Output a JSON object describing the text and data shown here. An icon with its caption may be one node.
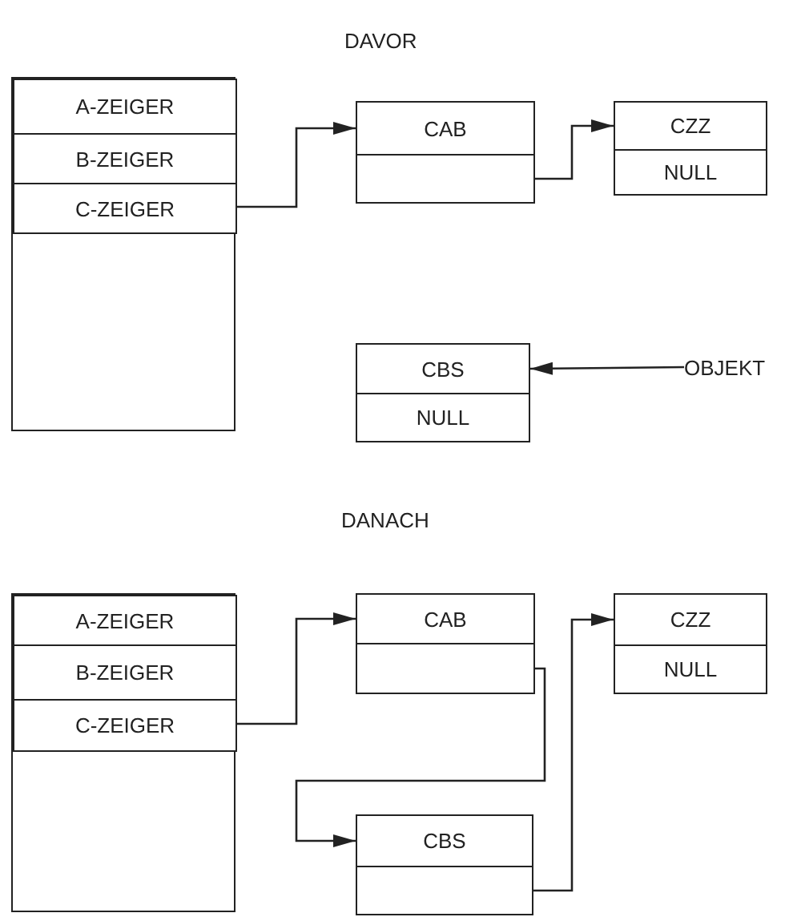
{
  "diagram": {
    "nodes": [
      {
        "text": [],
        "shape": "box"
      },
      {
        "text": [
          "A-ZEIGER"
        ],
        "in": 0
      },
      {
        "text": [
          "B-ZEIGER"
        ],
        "in": 0
      },
      {
        "text": [
          "C-ZEIGER"
        ],
        "in": 0
      },
      {
        "text": [
          "CAB"
        ]
      },
      {
        "text": [],
        "shape": "box"
      },
      {
        "text": [
          "CZZ"
        ]
      },
      {
        "text": [
          "NULL"
        ]
      },
      {
        "text": [
          "CBS"
        ]
      },
      {
        "text": [
          "NULL"
        ]
      },
      {
        "text": [
          "OBJEKT"
        ]
      },
      {
        "text": [],
        "shape": "box"
      },
      {
        "text": [
          "A-ZEIGER"
        ],
        "in": 11
      },
      {
        "text": [
          "B-ZEIGER"
        ],
        "in": 11
      },
      {
        "text": [
          "C-ZEIGER"
        ],
        "in": 11
      },
      {
        "text": [
          "CAB"
        ]
      },
      {
        "text": [],
        "shape": "box"
      },
      {
        "text": [
          "CZZ"
        ]
      },
      {
        "text": [
          "NULL"
        ]
      },
      {
        "text": [
          "CBS"
        ]
      },
      {
        "text": [],
        "shape": "box"
      }
    ],
    "edges": [
      {
        "from": 3,
        "to": 4,
        "arrow": "to"
      },
      {
        "from": 5,
        "to": 6,
        "arrow": "to"
      },
      {
        "from": 10,
        "to": 8,
        "arrow": "to"
      },
      {
        "from": 14,
        "to": 15,
        "arrow": "to"
      },
      {
        "from": 16,
        "to": 19,
        "arrow": "to"
      },
      {
        "from": 20,
        "to": 17,
        "arrow": "to"
      }
    ],
    "labels": [
      "DAVOR",
      "DANACH"
    ]
  }
}
